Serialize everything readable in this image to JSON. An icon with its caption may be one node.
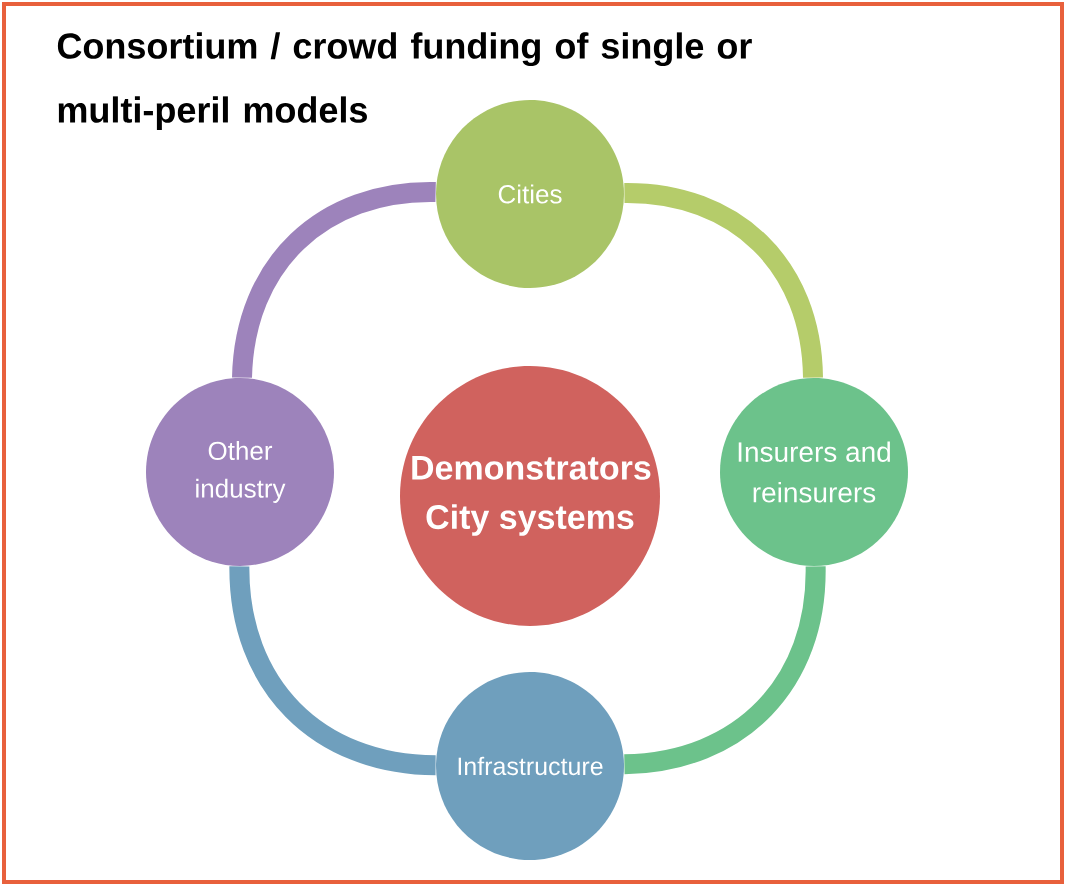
{
  "diagram": {
    "title": "Consortium / crowd funding of single or multi-peril models",
    "nodes": [
      {
        "text": [
          "Cities"
        ]
      },
      {
        "text": [
          "Other industry"
        ]
      },
      {
        "text": [
          "Demonstrators City systems"
        ]
      },
      {
        "text": [
          "Insurers and reinsurers"
        ]
      },
      {
        "text": [
          "Infrastructure"
        ]
      }
    ],
    "edges": [
      {
        "from": 0,
        "to": 3,
        "arrow": "none",
        "color": "#b5cc6a"
      },
      {
        "from": 3,
        "to": 4,
        "arrow": "none",
        "color": "#6cc28b"
      },
      {
        "from": 4,
        "to": 1,
        "arrow": "none",
        "color": "#6f9fbd"
      },
      {
        "from": 1,
        "to": 0,
        "arrow": "none",
        "color": "#9d83bb"
      }
    ]
  }
}
